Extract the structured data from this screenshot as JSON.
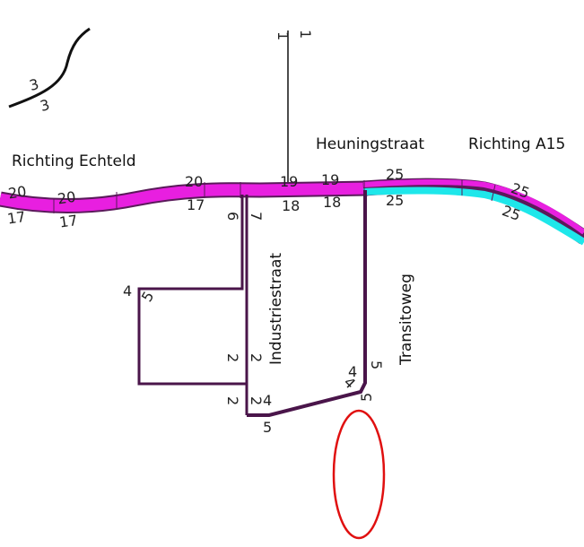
{
  "colors": {
    "background": "#ffffff",
    "main_road": "#e81fe0",
    "main_road_outline": "#5a1a5a",
    "east_road": "#1ee7ea",
    "local_road": "#4a154a",
    "thin_road": "#111111",
    "highlight_ellipse": "#e01010"
  },
  "labels": {
    "richting_echteld": "Richting Echteld",
    "heuningstraat": "Heuningstraat",
    "richting_a15": "Richting A15",
    "industriestraat": "Industriestraat",
    "transitoweg": "Transitoweg"
  },
  "volumes": {
    "nw_upper": "3",
    "nw_lower": "3",
    "north_top": "1",
    "north_mid": "1",
    "west_top": "20",
    "west_bottom": "17",
    "west2_top": "20",
    "west2_bottom": "17",
    "center_top": "20",
    "center_bottom": "17",
    "heun_left_top": "19",
    "heun_left_bottom": "18",
    "heun_right_top": "19",
    "heun_right_bottom": "18",
    "east_top": "25",
    "east_bottom": "25",
    "far_east_top": "25",
    "far_east_bottom": "25",
    "ind_left": "6",
    "ind_right": "7",
    "loop_left": "4",
    "loop_right": "5",
    "ind_mid_left": "2",
    "ind_mid_right": "2",
    "ind_low_left": "2",
    "ind_low_right": "2",
    "bottom_a": "4",
    "bottom_b": "5",
    "trans_a": "4",
    "trans_b": "4",
    "trans_c": "5",
    "trans_d": "5"
  }
}
